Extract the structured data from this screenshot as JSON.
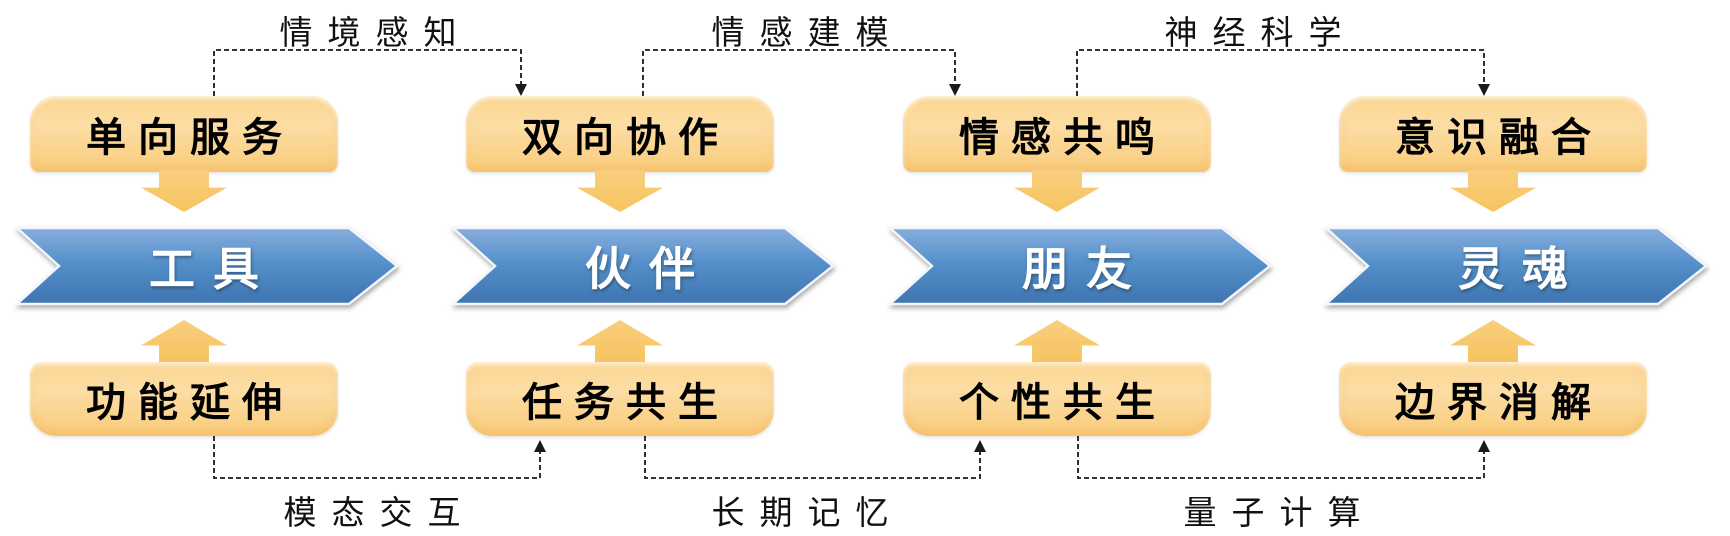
{
  "diagram": {
    "stages": [
      {
        "top_box": "单向服务",
        "arrow": "工具",
        "bottom_box": "功能延伸"
      },
      {
        "top_box": "双向协作",
        "arrow": "伙伴",
        "bottom_box": "任务共生"
      },
      {
        "top_box": "情感共鸣",
        "arrow": "朋友",
        "bottom_box": "个性共生"
      },
      {
        "top_box": "意识融合",
        "arrow": "灵魂",
        "bottom_box": "边界消解"
      }
    ],
    "top_connectors": [
      "情境感知",
      "情感建模",
      "神经科学"
    ],
    "bottom_connectors": [
      "模态交互",
      "长期记忆",
      "量子计算"
    ],
    "colors": {
      "box_fill": "#FBD38E",
      "block_arrow_fill": "#F8C76C",
      "chevron_blue": "#5590CB",
      "chevron_text": "#FFFFFF",
      "box_text": "#000000",
      "connector_line": "#1A1A1A"
    }
  }
}
